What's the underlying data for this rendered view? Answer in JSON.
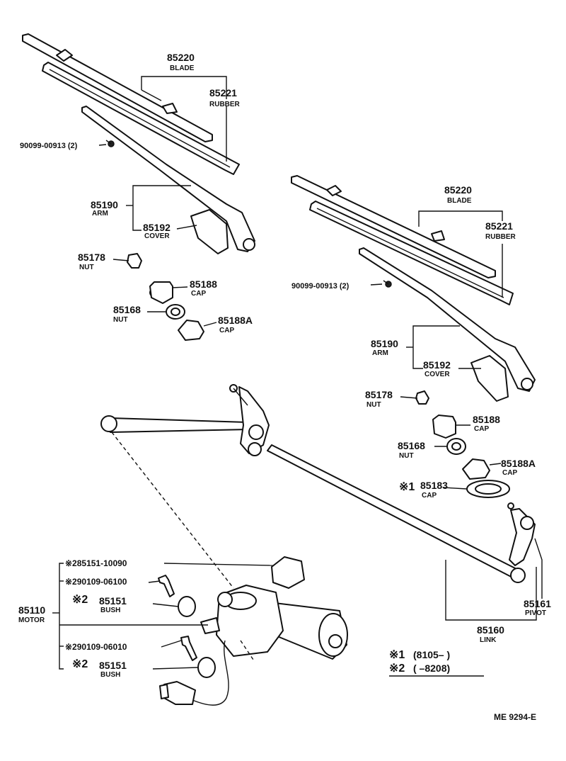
{
  "left_assembly": {
    "blade_no": "85220",
    "blade_name": "BLADE",
    "rubber_no": "85221",
    "rubber_name": "RUBBER",
    "screw_no": "90099-00913 (2)",
    "arm_no": "85190",
    "arm_name": "ARM",
    "cover_no": "85192",
    "cover_name": "COVER",
    "nut_no": "85178",
    "nut_name": "NUT",
    "cap_no": "85188",
    "cap_name": "CAP",
    "nut2_no": "85168",
    "nut2_name": "NUT",
    "capa_no": "85188A",
    "capa_name": "CAP"
  },
  "right_assembly": {
    "blade_no": "85220",
    "blade_name": "BLADE",
    "rubber_no": "85221",
    "rubber_name": "RUBBER",
    "screw_no": "90099-00913 (2)",
    "arm_no": "85190",
    "arm_name": "ARM",
    "cover_no": "85192",
    "cover_name": "COVER",
    "nut_no": "85178",
    "nut_name": "NUT",
    "cap_no": "85188",
    "cap_name": "CAP",
    "nut2_no": "85168",
    "nut2_name": "NUT",
    "capa_no": "85188A",
    "capa_name": "CAP",
    "cap83_mark": "※1",
    "cap83_no": "85183",
    "cap83_name": "CAP"
  },
  "linkage": {
    "pivot_no": "85161",
    "pivot_name": "PIVOT",
    "link_no": "85160",
    "link_name": "LINK"
  },
  "motor": {
    "motor_no": "85110",
    "motor_name": "MOTOR",
    "p1": "※285151-10090",
    "p2": "※290109-06100",
    "p3_mark": "※2",
    "p3_no": "85151",
    "p3_name": "BUSH",
    "p4": "※290109-06010",
    "p5_mark": "※2",
    "p5_no": "85151",
    "p5_name": "BUSH"
  },
  "notes": {
    "n1_mark": "※1",
    "n1_text": "(8105–         )",
    "n2_mark": "※2",
    "n2_text": "(         –8208)"
  },
  "figure_code": "ME  9294-E"
}
